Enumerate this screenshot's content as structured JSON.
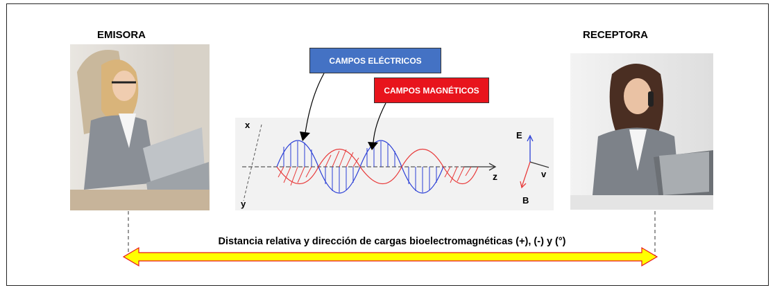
{
  "left_label": "EMISORA",
  "right_label": "RECEPTORA",
  "callout_electric": {
    "text": "CAMPOS ELÉCTRICOS",
    "color": "#4472c4"
  },
  "callout_magnetic": {
    "text": "CAMPOS MAGNÉTICOS",
    "color": "#e8141c"
  },
  "axis": {
    "x": "x",
    "y": "y",
    "z": "z"
  },
  "vectors": {
    "e": "E",
    "v": "v",
    "b": "B"
  },
  "caption": "Distancia relativa y dirección de cargas bioelectromagnéticas (+), (-) y (°)",
  "colors": {
    "arrow_fill": "#ffff00",
    "arrow_stroke": "#e8141c",
    "electric_wave": "#2b3fd6",
    "magnetic_wave": "#e83a3a"
  }
}
